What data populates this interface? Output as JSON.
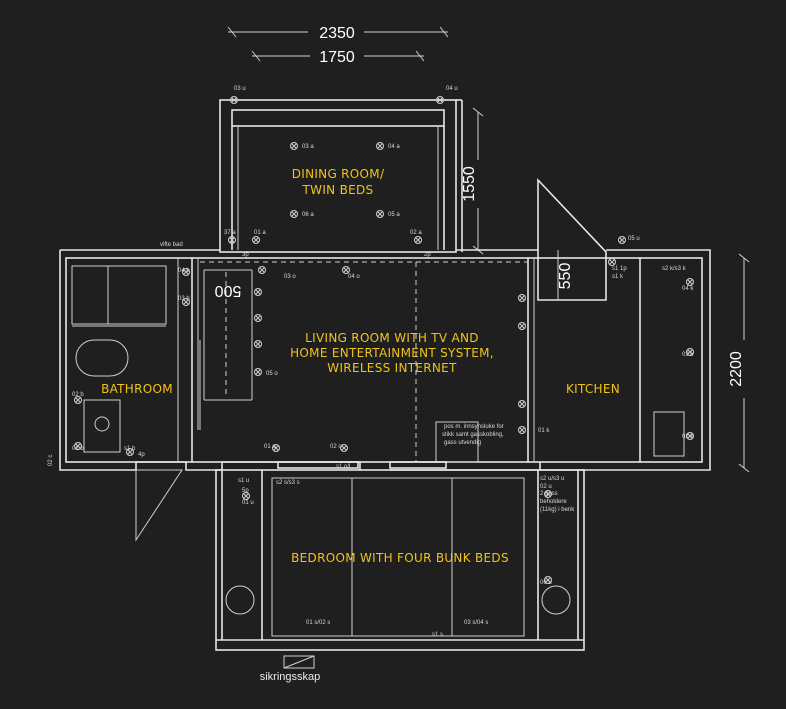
{
  "dimensions": {
    "d2350": "2350",
    "d1750": "1750",
    "d1550": "1550",
    "d550": "550",
    "d500": "500",
    "d2200": "2200"
  },
  "rooms": {
    "dining_l1": "DINING ROOM/",
    "dining_l2": "TWIN BEDS",
    "living_l1": "LIVING ROOM WITH TV AND",
    "living_l2": "HOME ENTERTAINMENT SYSTEM,",
    "living_l3": "WIRELESS INTERNET",
    "bathroom": "BATHROOM",
    "kitchen": "KITCHEN",
    "bedroom": "BEDROOM WITH FOUR BUNK BEDS"
  },
  "labels": {
    "sikringsskap": "sikringsskap",
    "vifte_bad": "vifte bad",
    "note_l1": "pos m. innsynsluke for",
    "note_l2": "stikk samt gasskobling,",
    "note_l3": "gass utvendig",
    "gas_l1": "2 gass",
    "gas_l2": "beholdere",
    "gas_l3": "(11kg) i benk"
  },
  "markers": {
    "m03u": "03 u",
    "m04u": "04 u",
    "m03a": "03 a",
    "m04a": "04 a",
    "m06a": "06 a",
    "m05a": "05 a",
    "m37a": "37 a",
    "m01a": "01 a",
    "m02a": "02 a",
    "m3p": "3p",
    "m2p": "2p",
    "m05u": "05 u",
    "m04b": "04 b",
    "m03b": "03 b",
    "m03o": "03 o",
    "m04o": "04 o",
    "m05o": "05 o",
    "m02b": "02 b",
    "m01b": "01 b",
    "m02c": "02 c",
    "m1b": "s1 b",
    "m4p": "4p",
    "m01o": "01 o",
    "m02o": "02 o",
    "m1ol": "s1 o/l",
    "m1u": "s1 u",
    "m5p": "5p",
    "m01u": "01 u",
    "m2s": "s2 s/s3 s",
    "m2u": "s2 u/s3 u",
    "m02u": "02 u",
    "m06u": "06 u",
    "m01s": "01 s/02 s",
    "m03s": "03 s/04 s",
    "m1s": "s1 s",
    "m1p": "s1 1p",
    "m1k": "s1 k",
    "m2k": "s2 k/s3 k",
    "m04k": "04 k",
    "m03k": "03 k",
    "m01k": "01 k",
    "m02k": "02 k"
  }
}
